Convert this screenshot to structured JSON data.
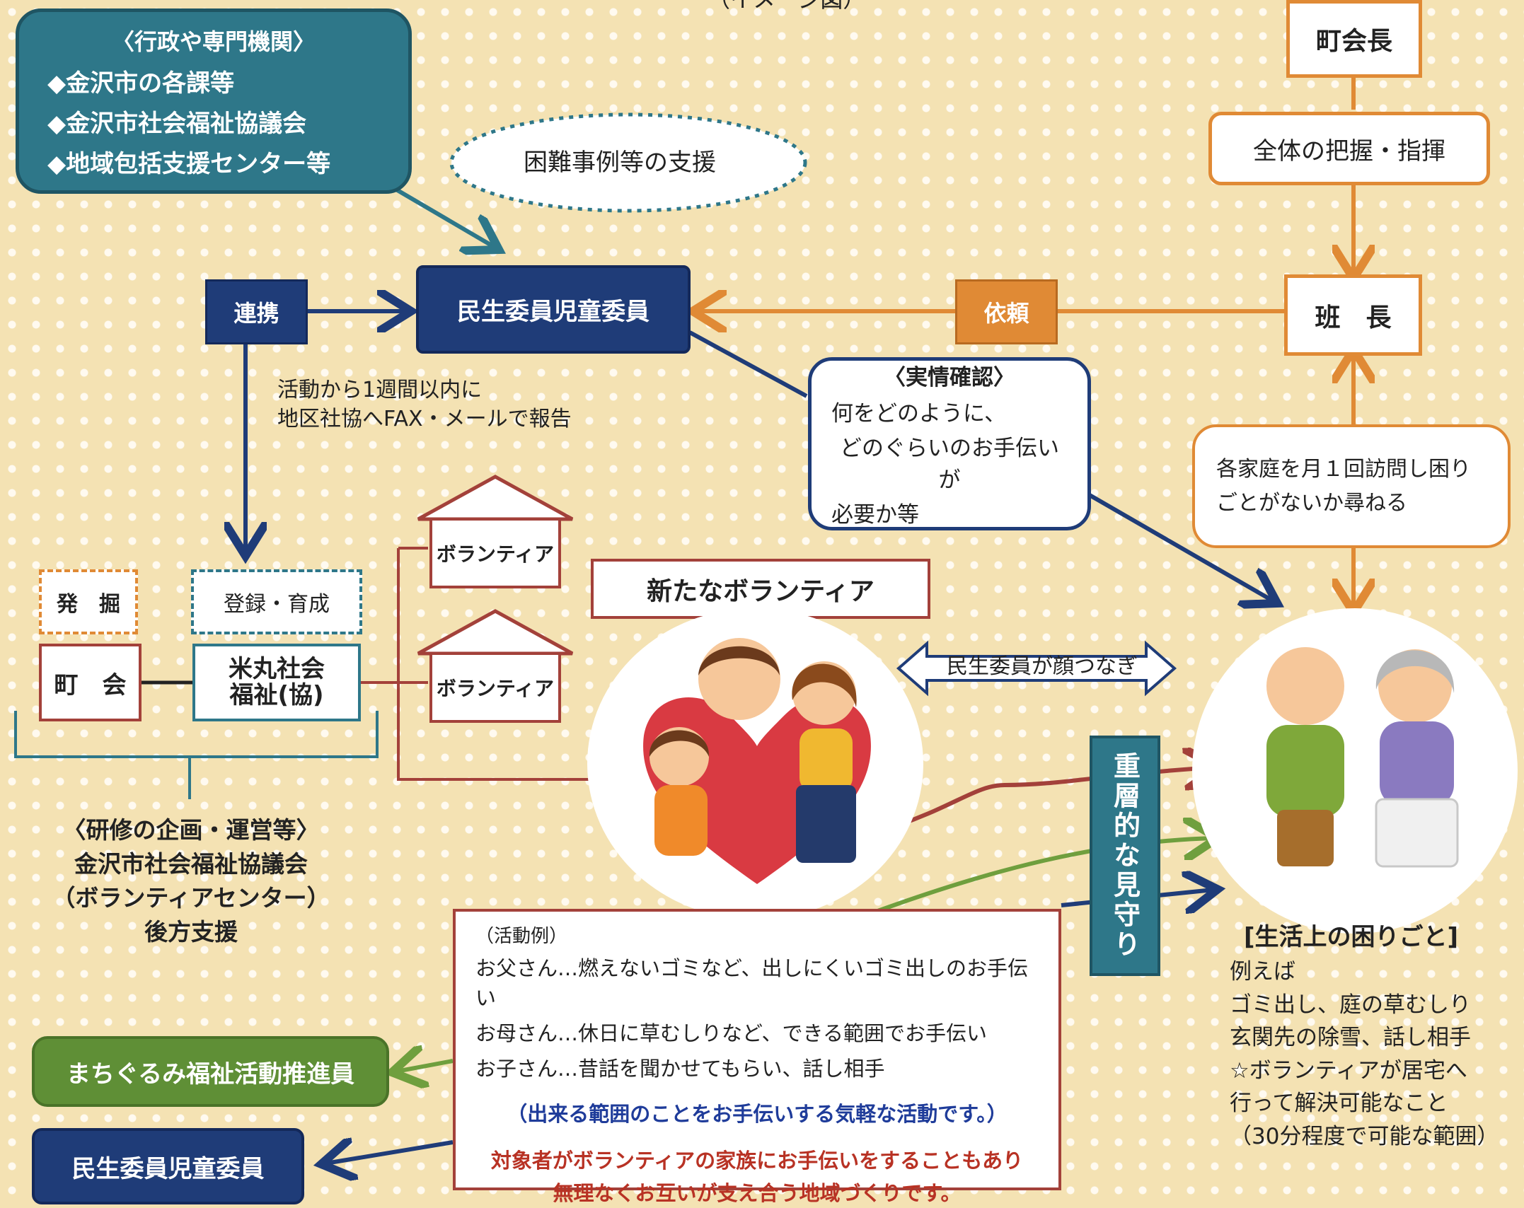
{
  "header_caption": "（イメージ図）",
  "admin_box": {
    "title": "〈行政や専門機関〉",
    "lines": [
      "◆金沢市の各課等",
      "◆金沢市社会福祉協議会",
      "◆地域包括支援センター等"
    ]
  },
  "difficult_support": "困難事例等の支援",
  "renkei": "連携",
  "minsei_top": "民生委員児童委員",
  "irai": "依頼",
  "hancho": "班　長",
  "chokaicho": "町会長",
  "zentai": "全体の把握・指揮",
  "report_note": [
    "活動から1週間以内に",
    "地区社協へFAX・メールで報告"
  ],
  "jitsujo": {
    "title": "〈実情確認〉",
    "lines": [
      "何をどのように、",
      "どのぐらいのお手伝いが",
      "必要か等"
    ]
  },
  "visit_note": [
    "各家庭を月１回訪問し困り",
    "ごとがないか尋ねる"
  ],
  "volunteer_1": "ボランティア",
  "volunteer_2": "ボランティア",
  "new_volunteer": "新たなボランティア",
  "hakkutsu": "発　掘",
  "touroku": "登録・育成",
  "chokai": "町　会",
  "yonemaru": [
    "米丸社会",
    "福祉(協)"
  ],
  "kaotsunagi": "民生委員が顔つなぎ",
  "mimamori": "重層的な見守り",
  "training": [
    "〈研修の企画・運営等〉",
    "金沢市社会福祉協議会",
    "（ボランティアセンター）",
    "後方支援"
  ],
  "activity": {
    "label": "（活動例）",
    "lines": [
      "お父さん…燃えないゴミなど、出しにくいゴミ出しのお手伝い",
      "お母さん…休日に草むしりなど、できる範囲でお手伝い",
      "お子さん…昔話を聞かせてもらい、話し相手"
    ],
    "blue_note": "（出来る範囲のことをお手伝いする気軽な活動です。）",
    "red_note": [
      "対象者がボランティアの家族にお手伝いをすることもあり",
      "無理なくお互いが支え合う地域づくりです。"
    ]
  },
  "machigurumi": "まちぐるみ福祉活動推進員",
  "minsei_bottom": "民生委員児童委員",
  "troubles": {
    "title": "[生活上の困りごと]",
    "lines": [
      "例えば",
      "ゴミ出し、庭の草むしり",
      "玄関先の除雪、話し相手",
      "☆ボランティアが居宅へ",
      "行って解決可能なこと",
      "（30分程度で可能な範囲）"
    ]
  },
  "colors": {
    "teal": "#2e7789",
    "navy": "#1f3c78",
    "orange": "#e08a35",
    "red": "#a3413a",
    "green": "#5f8f36"
  }
}
